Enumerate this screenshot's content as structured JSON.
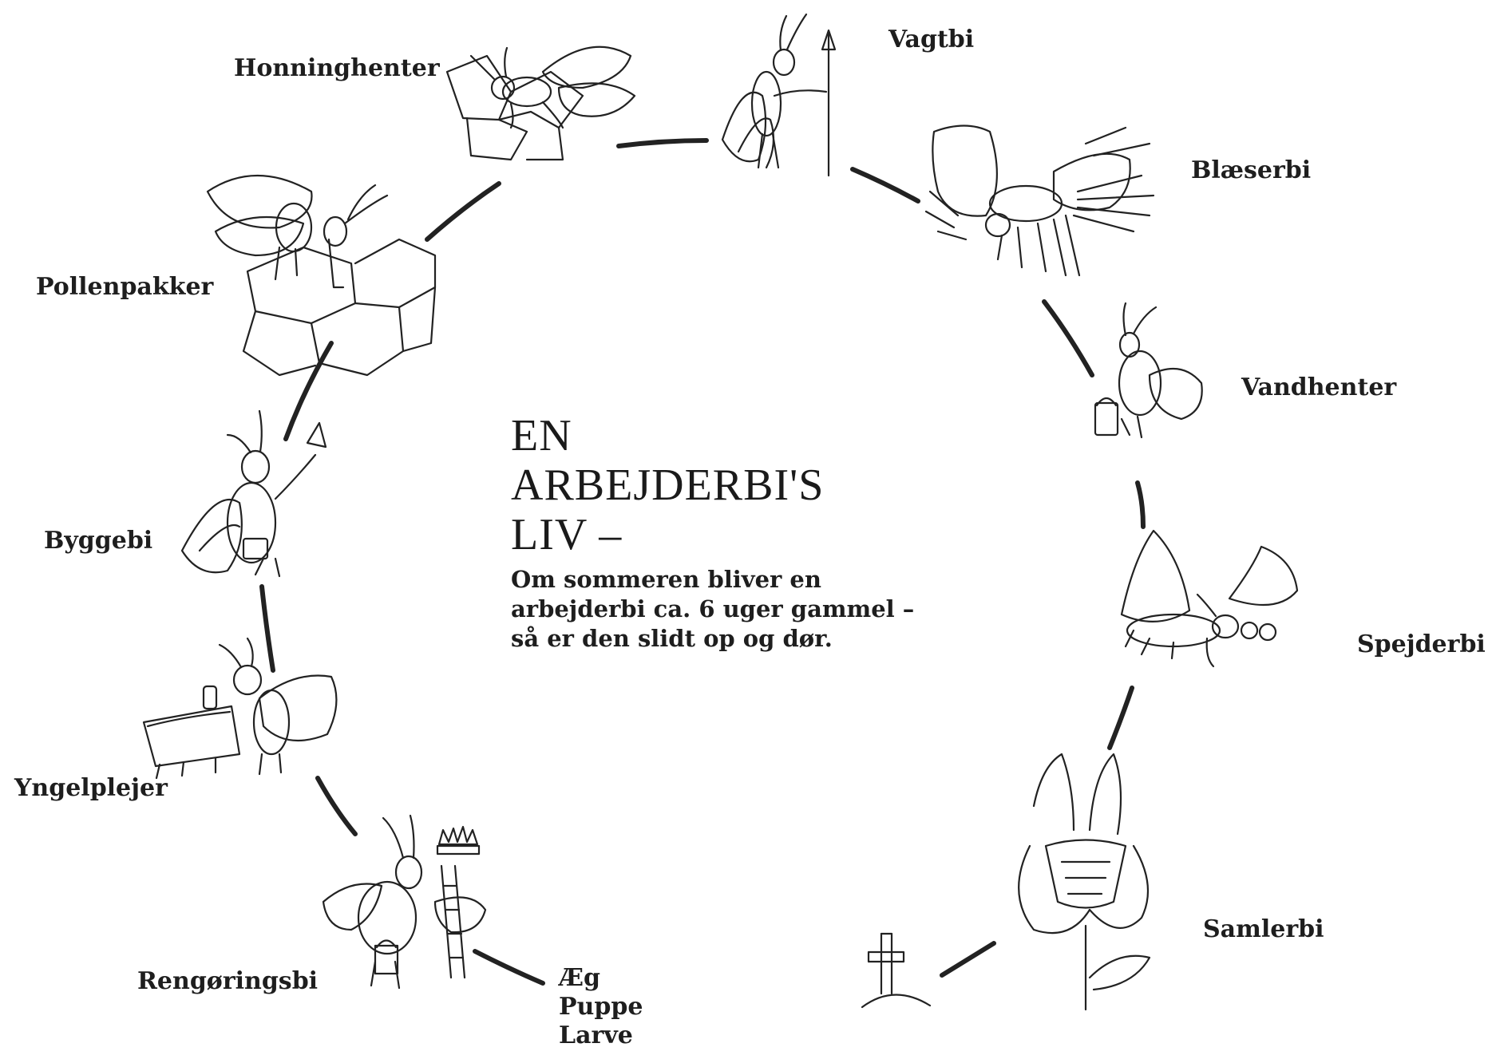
{
  "title": {
    "lines": [
      "EN",
      "ARBEJDERBI'S",
      "LIV –"
    ]
  },
  "subtitle": {
    "lines": [
      "Om sommeren bliver en",
      "arbejderbi ca. 6 uger gammel –",
      "så er den slidt op og dør."
    ]
  },
  "stages": [
    {
      "id": "egg",
      "lines": [
        "Æg",
        "Puppe",
        "Larve"
      ]
    },
    {
      "id": "cleaner",
      "label": "Rengøringsbi"
    },
    {
      "id": "nurse",
      "label": "Yngelplejer"
    },
    {
      "id": "builder",
      "label": "Byggebi"
    },
    {
      "id": "pollen",
      "label": "Pollenpakker"
    },
    {
      "id": "honey",
      "label": "Honninghenter"
    },
    {
      "id": "guard",
      "label": "Vagtbi"
    },
    {
      "id": "fanner",
      "label": "Blæserbi"
    },
    {
      "id": "water",
      "label": "Vandhenter"
    },
    {
      "id": "scout",
      "label": "Spejderbi"
    },
    {
      "id": "forager",
      "label": "Samlerbi"
    }
  ],
  "ink_color": "#222222",
  "icons": [
    "cleaner-bee-icon",
    "nurse-bee-icon",
    "builder-bee-icon",
    "pollen-packer-bee-icon",
    "honey-fetcher-bee-icon",
    "guard-bee-icon",
    "fanner-bee-icon",
    "water-fetcher-bee-icon",
    "scout-bee-icon",
    "forager-flower-icon",
    "grave-cross-icon"
  ]
}
